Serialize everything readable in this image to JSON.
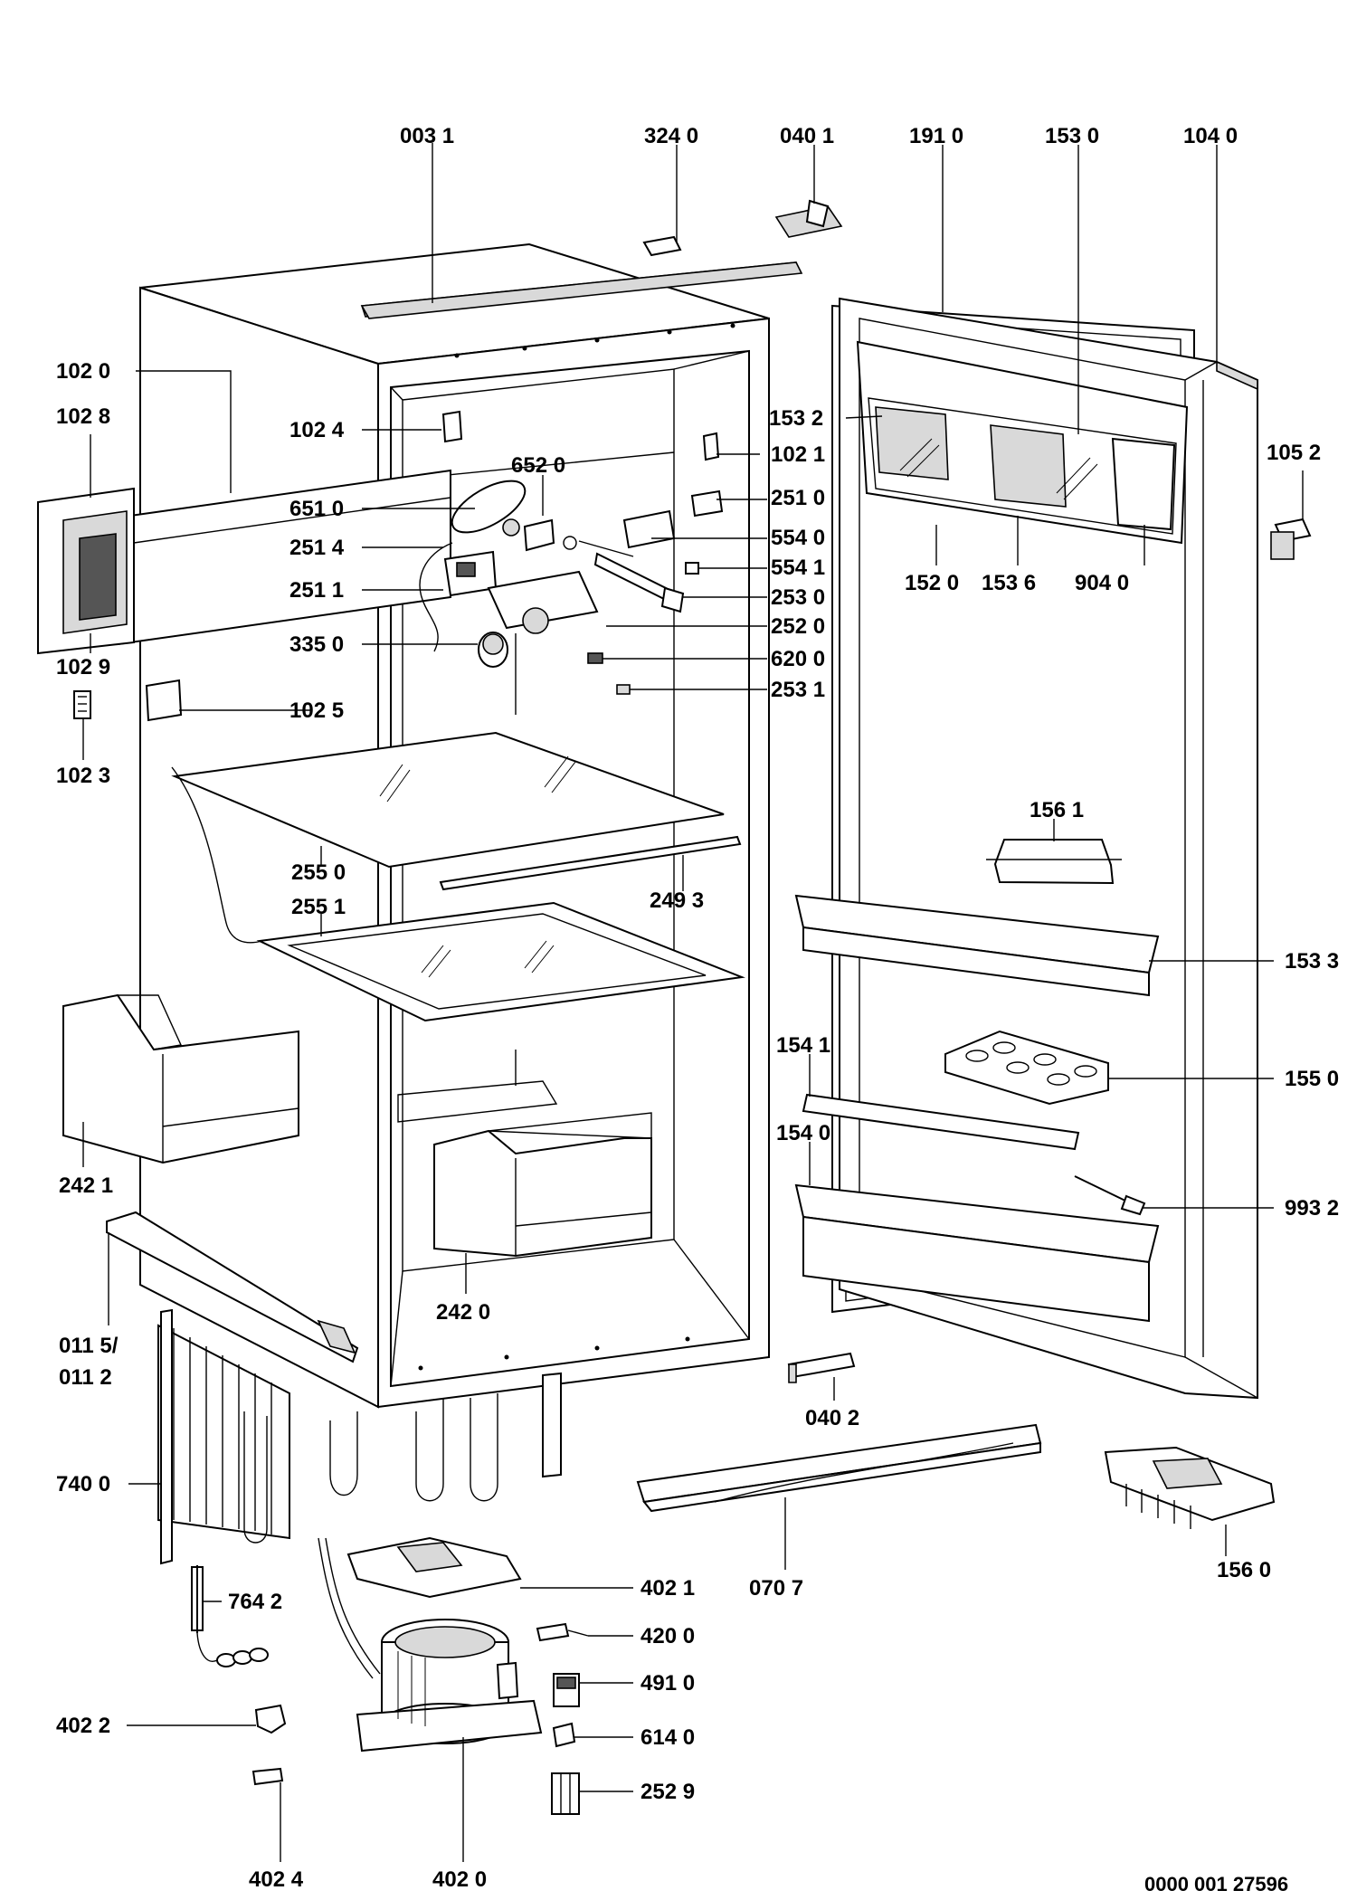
{
  "document_number": "0000 001 27596",
  "labels": [
    {
      "id": "0031",
      "text": "003 1"
    },
    {
      "id": "3240",
      "text": "324 0"
    },
    {
      "id": "0401",
      "text": "040 1"
    },
    {
      "id": "1910",
      "text": "191 0"
    },
    {
      "id": "1530",
      "text": "153 0"
    },
    {
      "id": "1040",
      "text": "104 0"
    },
    {
      "id": "1020",
      "text": "102 0"
    },
    {
      "id": "1028",
      "text": "102 8"
    },
    {
      "id": "1024",
      "text": "102 4"
    },
    {
      "id": "6520",
      "text": "652 0"
    },
    {
      "id": "1532",
      "text": "153 2"
    },
    {
      "id": "1021",
      "text": "102 1"
    },
    {
      "id": "1052",
      "text": "105 2"
    },
    {
      "id": "6510",
      "text": "651 0"
    },
    {
      "id": "2510",
      "text": "251 0"
    },
    {
      "id": "2514",
      "text": "251 4"
    },
    {
      "id": "5540",
      "text": "554 0"
    },
    {
      "id": "5541",
      "text": "554 1"
    },
    {
      "id": "2511",
      "text": "251 1"
    },
    {
      "id": "2530",
      "text": "253 0"
    },
    {
      "id": "1520",
      "text": "152 0"
    },
    {
      "id": "1536",
      "text": "153 6"
    },
    {
      "id": "9040",
      "text": "904 0"
    },
    {
      "id": "2520",
      "text": "252 0"
    },
    {
      "id": "3350",
      "text": "335 0"
    },
    {
      "id": "1029",
      "text": "102 9"
    },
    {
      "id": "6200",
      "text": "620 0"
    },
    {
      "id": "2531",
      "text": "253 1"
    },
    {
      "id": "1025",
      "text": "102 5"
    },
    {
      "id": "1023",
      "text": "102 3"
    },
    {
      "id": "1561",
      "text": "156 1"
    },
    {
      "id": "2550",
      "text": "255 0"
    },
    {
      "id": "2493",
      "text": "249 3"
    },
    {
      "id": "2551",
      "text": "255 1"
    },
    {
      "id": "1533",
      "text": "153 3"
    },
    {
      "id": "1541",
      "text": "154 1"
    },
    {
      "id": "1550",
      "text": "155 0"
    },
    {
      "id": "2421",
      "text": "242 1"
    },
    {
      "id": "1540",
      "text": "154 0"
    },
    {
      "id": "9932",
      "text": "993 2"
    },
    {
      "id": "0115",
      "text": "011 5/"
    },
    {
      "id": "0112",
      "text": "011 2"
    },
    {
      "id": "2420",
      "text": "242 0"
    },
    {
      "id": "0402",
      "text": "040 2"
    },
    {
      "id": "7400",
      "text": "740 0"
    },
    {
      "id": "1560",
      "text": "156 0"
    },
    {
      "id": "4021",
      "text": "402 1"
    },
    {
      "id": "0707",
      "text": "070 7"
    },
    {
      "id": "7642",
      "text": "764 2"
    },
    {
      "id": "4200",
      "text": "420 0"
    },
    {
      "id": "4910",
      "text": "491 0"
    },
    {
      "id": "4022",
      "text": "402 2"
    },
    {
      "id": "6140",
      "text": "614 0"
    },
    {
      "id": "2529",
      "text": "252 9"
    },
    {
      "id": "4024",
      "text": "402 4"
    },
    {
      "id": "4020",
      "text": "402 0"
    }
  ]
}
